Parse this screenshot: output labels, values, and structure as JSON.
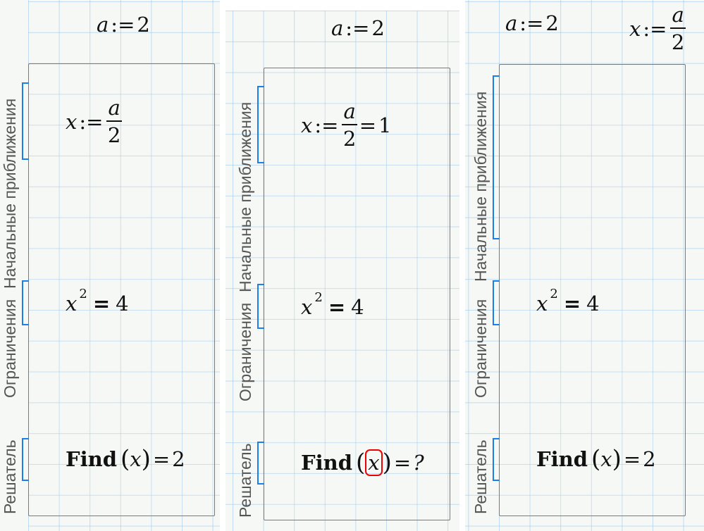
{
  "labels": {
    "initial": "Начальные приближения",
    "constraints": "Ограничения",
    "solver": "Решатель"
  },
  "panels": [
    {
      "a_def": {
        "var": "a",
        "op": ":=",
        "value": "2"
      },
      "x_def": {
        "var": "x",
        "op": ":=",
        "num": "a",
        "den": "2"
      },
      "constraint": {
        "var": "x",
        "exp": "2",
        "op": "=",
        "value": "4"
      },
      "find": {
        "fn": "Find",
        "arg": "x",
        "op": "=",
        "result": "2"
      }
    },
    {
      "a_def": {
        "var": "a",
        "op": ":=",
        "value": "2"
      },
      "x_def": {
        "var": "x",
        "op": ":=",
        "num": "a",
        "den": "2",
        "eq": "=",
        "result": "1"
      },
      "constraint": {
        "var": "x",
        "exp": "2",
        "op": "=",
        "value": "4"
      },
      "find": {
        "fn": "Find",
        "arg": "x",
        "op": "=",
        "result": "?"
      }
    },
    {
      "a_def": {
        "var": "a",
        "op": ":=",
        "value": "2"
      },
      "x_def": {
        "var": "x",
        "op": ":=",
        "num": "a",
        "den": "2"
      },
      "constraint": {
        "var": "x",
        "exp": "2",
        "op": "=",
        "value": "4"
      },
      "find": {
        "fn": "Find",
        "arg": "x",
        "op": "=",
        "result": "2"
      }
    }
  ],
  "colors": {
    "bracket": "#1a7fe8",
    "error": "#ee0000",
    "grid": "#96c3eb"
  }
}
